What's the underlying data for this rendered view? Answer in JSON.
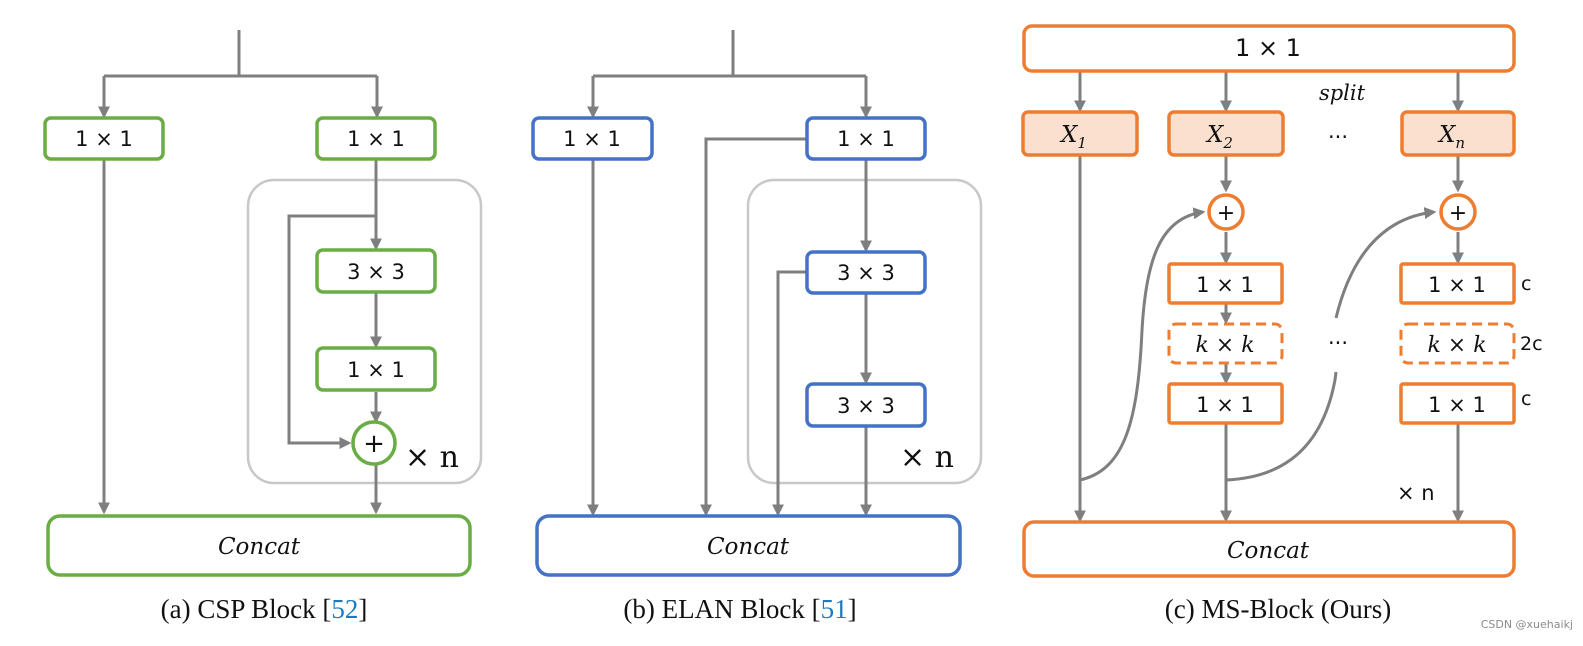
{
  "colors": {
    "csp": "#6aad45",
    "elan": "#4472c4",
    "ms": "#ed7d31",
    "ms_fill": "#fbe0cf",
    "wire": "#7f7f7f",
    "group": "#c8c8c8"
  },
  "csp": {
    "left_conv": "1 × 1",
    "right_conv": "1 × 1",
    "conv_3x3": "3 × 3",
    "conv_1x1": "1 × 1",
    "add": "+",
    "repeat": "× n",
    "concat": "Concat",
    "caption_prefix": "(a) CSP Block [",
    "caption_ref": "52",
    "caption_suffix": "]"
  },
  "elan": {
    "left_conv": "1 × 1",
    "right_conv": "1 × 1",
    "conv_a": "3 × 3",
    "conv_b": "3 × 3",
    "repeat": "× n",
    "concat": "Concat",
    "caption_prefix": "(b) ELAN Block [",
    "caption_ref": "51",
    "caption_suffix": "]"
  },
  "ms": {
    "top_conv": "1 × 1",
    "split": "split",
    "x1": "X",
    "x1_sub": "1",
    "x2": "X",
    "x2_sub": "2",
    "xn": "X",
    "xn_sub": "n",
    "ellipsis_top": "···",
    "ellipsis_mid": "···",
    "add": "+",
    "conv_first": "1 × 1",
    "conv_k": "k × k",
    "conv_last": "1 × 1",
    "label_c1": "c",
    "label_2c": "2c",
    "label_c2": "c",
    "repeat": "× n",
    "concat": "Concat",
    "caption": "(c) MS-Block (Ours)"
  },
  "watermark": "CSDN @xuehaikj"
}
